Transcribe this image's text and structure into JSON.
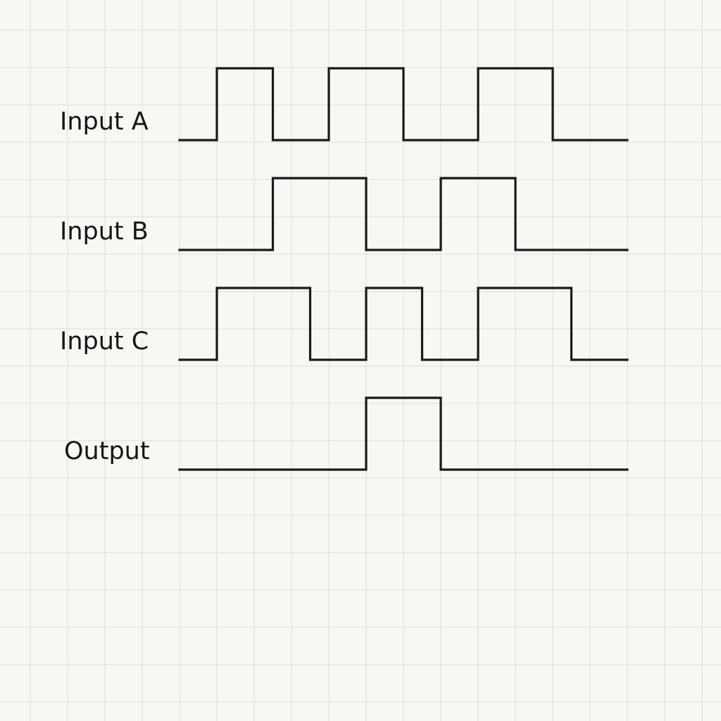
{
  "colors": {
    "background": "#f7f7f4",
    "grid": "#dcdcd8",
    "waveform": "#1a1a1a",
    "text": "#161616"
  },
  "signals": [
    {
      "label": "Input A",
      "states": [
        0,
        1,
        1,
        1,
        0,
        0,
        1,
        1,
        1,
        1,
        0,
        0,
        1,
        1,
        1,
        1,
        0,
        0,
        0,
        0
      ],
      "stepTimes": [
        0,
        1,
        2.5,
        4,
        5.5,
        7.5,
        9.5,
        12
      ]
    },
    {
      "label": "Input B",
      "states": [],
      "stepTimes": [
        0,
        2.5,
        5,
        7,
        9,
        12
      ]
    },
    {
      "label": "Input C",
      "states": [],
      "stepTimes": [
        0,
        1,
        3.5,
        5,
        6.5,
        8,
        10.5,
        12
      ]
    },
    {
      "label": "Output",
      "states": [],
      "stepTimes": [
        0,
        5,
        7,
        12
      ]
    }
  ]
}
